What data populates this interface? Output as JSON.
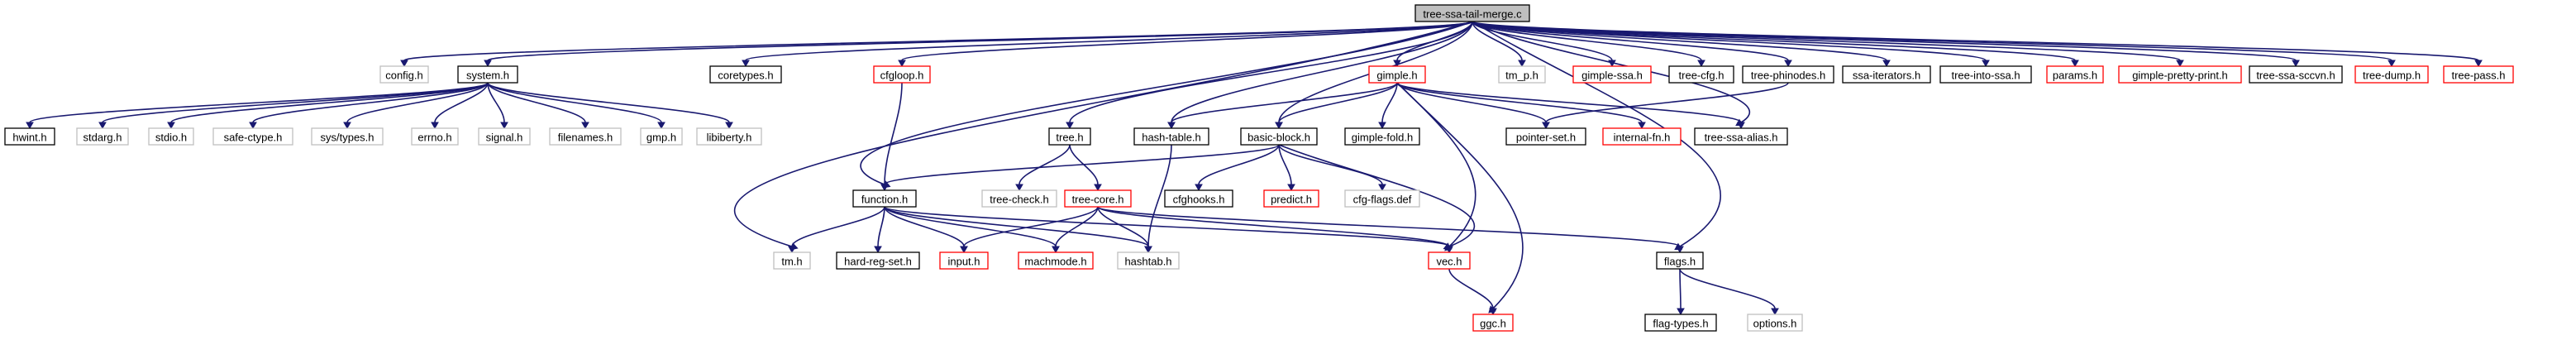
{
  "graph": {
    "colors": {
      "edge": "#191970",
      "normal_border": "#000000",
      "missing_border": "#bfbfbf",
      "truncated_border": "#ff0000",
      "root_fill": "#bfbfbf",
      "text": "#000000"
    },
    "nodes": [
      {
        "id": "tree-ssa-tail-merge.c",
        "label": "tree-ssa-tail-merge.c",
        "kind": "root"
      },
      {
        "id": "config.h",
        "label": "config.h",
        "kind": "missing"
      },
      {
        "id": "system.h",
        "label": "system.h",
        "kind": "normal"
      },
      {
        "id": "coretypes.h",
        "label": "coretypes.h",
        "kind": "normal"
      },
      {
        "id": "cfgloop.h",
        "label": "cfgloop.h",
        "kind": "truncated"
      },
      {
        "id": "gimple.h",
        "label": "gimple.h",
        "kind": "truncated"
      },
      {
        "id": "tm_p.h",
        "label": "tm_p.h",
        "kind": "missing"
      },
      {
        "id": "gimple-ssa.h",
        "label": "gimple-ssa.h",
        "kind": "truncated"
      },
      {
        "id": "tree-cfg.h",
        "label": "tree-cfg.h",
        "kind": "normal"
      },
      {
        "id": "tree-phinodes.h",
        "label": "tree-phinodes.h",
        "kind": "normal"
      },
      {
        "id": "ssa-iterators.h",
        "label": "ssa-iterators.h",
        "kind": "normal"
      },
      {
        "id": "tree-into-ssa.h",
        "label": "tree-into-ssa.h",
        "kind": "normal"
      },
      {
        "id": "params.h",
        "label": "params.h",
        "kind": "truncated"
      },
      {
        "id": "gimple-pretty-print.h",
        "label": "gimple-pretty-print.h",
        "kind": "truncated"
      },
      {
        "id": "tree-ssa-sccvn.h",
        "label": "tree-ssa-sccvn.h",
        "kind": "normal"
      },
      {
        "id": "tree-dump.h",
        "label": "tree-dump.h",
        "kind": "truncated"
      },
      {
        "id": "tree-pass.h",
        "label": "tree-pass.h",
        "kind": "truncated"
      },
      {
        "id": "hwint.h",
        "label": "hwint.h",
        "kind": "normal"
      },
      {
        "id": "stdarg.h",
        "label": "stdarg.h",
        "kind": "missing"
      },
      {
        "id": "stdio.h",
        "label": "stdio.h",
        "kind": "missing"
      },
      {
        "id": "safe-ctype.h",
        "label": "safe-ctype.h",
        "kind": "missing"
      },
      {
        "id": "sys/types.h",
        "label": "sys/types.h",
        "kind": "missing"
      },
      {
        "id": "errno.h",
        "label": "errno.h",
        "kind": "missing"
      },
      {
        "id": "signal.h",
        "label": "signal.h",
        "kind": "missing"
      },
      {
        "id": "filenames.h",
        "label": "filenames.h",
        "kind": "missing"
      },
      {
        "id": "gmp.h",
        "label": "gmp.h",
        "kind": "missing"
      },
      {
        "id": "libiberty.h",
        "label": "libiberty.h",
        "kind": "missing"
      },
      {
        "id": "tree.h",
        "label": "tree.h",
        "kind": "normal"
      },
      {
        "id": "hash-table.h",
        "label": "hash-table.h",
        "kind": "normal"
      },
      {
        "id": "basic-block.h",
        "label": "basic-block.h",
        "kind": "normal"
      },
      {
        "id": "gimple-fold.h",
        "label": "gimple-fold.h",
        "kind": "normal"
      },
      {
        "id": "pointer-set.h",
        "label": "pointer-set.h",
        "kind": "normal"
      },
      {
        "id": "internal-fn.h",
        "label": "internal-fn.h",
        "kind": "truncated"
      },
      {
        "id": "tree-ssa-alias.h",
        "label": "tree-ssa-alias.h",
        "kind": "normal"
      },
      {
        "id": "function.h",
        "label": "function.h",
        "kind": "normal"
      },
      {
        "id": "tree-check.h",
        "label": "tree-check.h",
        "kind": "missing"
      },
      {
        "id": "tree-core.h",
        "label": "tree-core.h",
        "kind": "truncated"
      },
      {
        "id": "cfghooks.h",
        "label": "cfghooks.h",
        "kind": "normal"
      },
      {
        "id": "predict.h",
        "label": "predict.h",
        "kind": "truncated"
      },
      {
        "id": "cfg-flags.def",
        "label": "cfg-flags.def",
        "kind": "missing"
      },
      {
        "id": "tm.h",
        "label": "tm.h",
        "kind": "missing"
      },
      {
        "id": "hard-reg-set.h",
        "label": "hard-reg-set.h",
        "kind": "normal"
      },
      {
        "id": "input.h",
        "label": "input.h",
        "kind": "truncated"
      },
      {
        "id": "machmode.h",
        "label": "machmode.h",
        "kind": "truncated"
      },
      {
        "id": "hashtab.h",
        "label": "hashtab.h",
        "kind": "missing"
      },
      {
        "id": "vec.h",
        "label": "vec.h",
        "kind": "truncated"
      },
      {
        "id": "flags.h",
        "label": "flags.h",
        "kind": "normal"
      },
      {
        "id": "ggc.h",
        "label": "ggc.h",
        "kind": "truncated"
      },
      {
        "id": "flag-types.h",
        "label": "flag-types.h",
        "kind": "normal"
      },
      {
        "id": "options.h",
        "label": "options.h",
        "kind": "missing"
      }
    ],
    "edges": [
      [
        "tree-ssa-tail-merge.c",
        "config.h"
      ],
      [
        "tree-ssa-tail-merge.c",
        "system.h"
      ],
      [
        "tree-ssa-tail-merge.c",
        "coretypes.h"
      ],
      [
        "tree-ssa-tail-merge.c",
        "cfgloop.h"
      ],
      [
        "tree-ssa-tail-merge.c",
        "gimple.h"
      ],
      [
        "tree-ssa-tail-merge.c",
        "tm_p.h"
      ],
      [
        "tree-ssa-tail-merge.c",
        "gimple-ssa.h"
      ],
      [
        "tree-ssa-tail-merge.c",
        "tree-cfg.h"
      ],
      [
        "tree-ssa-tail-merge.c",
        "tree-phinodes.h"
      ],
      [
        "tree-ssa-tail-merge.c",
        "ssa-iterators.h"
      ],
      [
        "tree-ssa-tail-merge.c",
        "tree-into-ssa.h"
      ],
      [
        "tree-ssa-tail-merge.c",
        "params.h"
      ],
      [
        "tree-ssa-tail-merge.c",
        "gimple-pretty-print.h"
      ],
      [
        "tree-ssa-tail-merge.c",
        "tree-ssa-sccvn.h"
      ],
      [
        "tree-ssa-tail-merge.c",
        "tree-dump.h"
      ],
      [
        "tree-ssa-tail-merge.c",
        "tree-pass.h"
      ],
      [
        "tree-ssa-tail-merge.c",
        "tm.h"
      ],
      [
        "tree-ssa-tail-merge.c",
        "tree.h"
      ],
      [
        "tree-ssa-tail-merge.c",
        "hash-table.h"
      ],
      [
        "tree-ssa-tail-merge.c",
        "basic-block.h"
      ],
      [
        "tree-ssa-tail-merge.c",
        "function.h"
      ],
      [
        "tree-ssa-tail-merge.c",
        "tree-ssa-alias.h"
      ],
      [
        "tree-ssa-tail-merge.c",
        "flags.h"
      ],
      [
        "system.h",
        "hwint.h"
      ],
      [
        "system.h",
        "stdarg.h"
      ],
      [
        "system.h",
        "stdio.h"
      ],
      [
        "system.h",
        "safe-ctype.h"
      ],
      [
        "system.h",
        "sys/types.h"
      ],
      [
        "system.h",
        "errno.h"
      ],
      [
        "system.h",
        "signal.h"
      ],
      [
        "system.h",
        "filenames.h"
      ],
      [
        "system.h",
        "gmp.h"
      ],
      [
        "system.h",
        "libiberty.h"
      ],
      [
        "cfgloop.h",
        "function.h"
      ],
      [
        "gimple.h",
        "hash-table.h"
      ],
      [
        "gimple.h",
        "basic-block.h"
      ],
      [
        "gimple.h",
        "gimple-fold.h"
      ],
      [
        "gimple.h",
        "pointer-set.h"
      ],
      [
        "gimple.h",
        "internal-fn.h"
      ],
      [
        "gimple.h",
        "tree-ssa-alias.h"
      ],
      [
        "gimple.h",
        "vec.h"
      ],
      [
        "gimple.h",
        "ggc.h"
      ],
      [
        "tree-phinodes.h",
        "pointer-set.h"
      ],
      [
        "tree.h",
        "tree-check.h"
      ],
      [
        "tree.h",
        "tree-core.h"
      ],
      [
        "hash-table.h",
        "hashtab.h"
      ],
      [
        "basic-block.h",
        "function.h"
      ],
      [
        "basic-block.h",
        "cfghooks.h"
      ],
      [
        "basic-block.h",
        "predict.h"
      ],
      [
        "basic-block.h",
        "cfg-flags.def"
      ],
      [
        "basic-block.h",
        "vec.h"
      ],
      [
        "function.h",
        "tm.h"
      ],
      [
        "function.h",
        "hard-reg-set.h"
      ],
      [
        "function.h",
        "input.h"
      ],
      [
        "function.h",
        "machmode.h"
      ],
      [
        "function.h",
        "hashtab.h"
      ],
      [
        "function.h",
        "vec.h"
      ],
      [
        "tree-core.h",
        "input.h"
      ],
      [
        "tree-core.h",
        "machmode.h"
      ],
      [
        "tree-core.h",
        "hashtab.h"
      ],
      [
        "tree-core.h",
        "vec.h"
      ],
      [
        "tree-core.h",
        "flags.h"
      ],
      [
        "vec.h",
        "ggc.h"
      ],
      [
        "flags.h",
        "flag-types.h"
      ],
      [
        "flags.h",
        "options.h"
      ]
    ]
  }
}
